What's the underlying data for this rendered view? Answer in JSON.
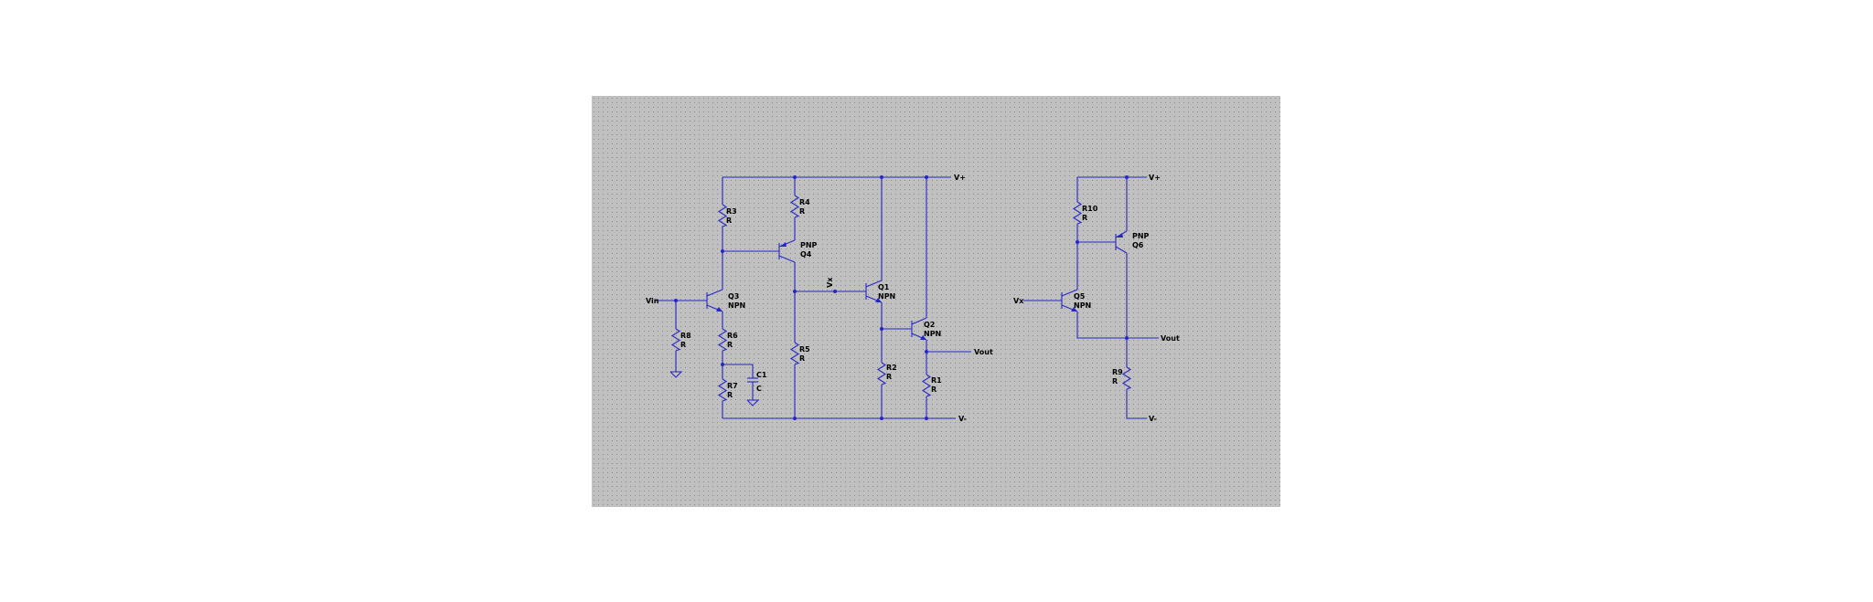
{
  "colors": {
    "wire": "#2626c8",
    "background": "#c0c0c0",
    "text": "#000000"
  },
  "nets": {
    "vplus": "V+",
    "vminus": "V-",
    "vin": "Vin",
    "vout": "Vout",
    "vx": "Vx"
  },
  "components": {
    "R1": {
      "ref": "R1",
      "value": "R"
    },
    "R2": {
      "ref": "R2",
      "value": "R"
    },
    "R3": {
      "ref": "R3",
      "value": "R"
    },
    "R4": {
      "ref": "R4",
      "value": "R"
    },
    "R5": {
      "ref": "R5",
      "value": "R"
    },
    "R6": {
      "ref": "R6",
      "value": "R"
    },
    "R7": {
      "ref": "R7",
      "value": "R"
    },
    "R8": {
      "ref": "R8",
      "value": "R"
    },
    "R9": {
      "ref": "R9",
      "value": "R"
    },
    "R10": {
      "ref": "R10",
      "value": "R"
    },
    "C1": {
      "ref": "C1",
      "value": "C"
    },
    "Q1": {
      "ref": "Q1",
      "type": "NPN"
    },
    "Q2": {
      "ref": "Q2",
      "type": "NPN"
    },
    "Q3": {
      "ref": "Q3",
      "type": "NPN"
    },
    "Q4": {
      "ref": "Q4",
      "type": "PNP"
    },
    "Q5": {
      "ref": "Q5",
      "type": "NPN"
    },
    "Q6": {
      "ref": "Q6",
      "type": "PNP"
    }
  }
}
